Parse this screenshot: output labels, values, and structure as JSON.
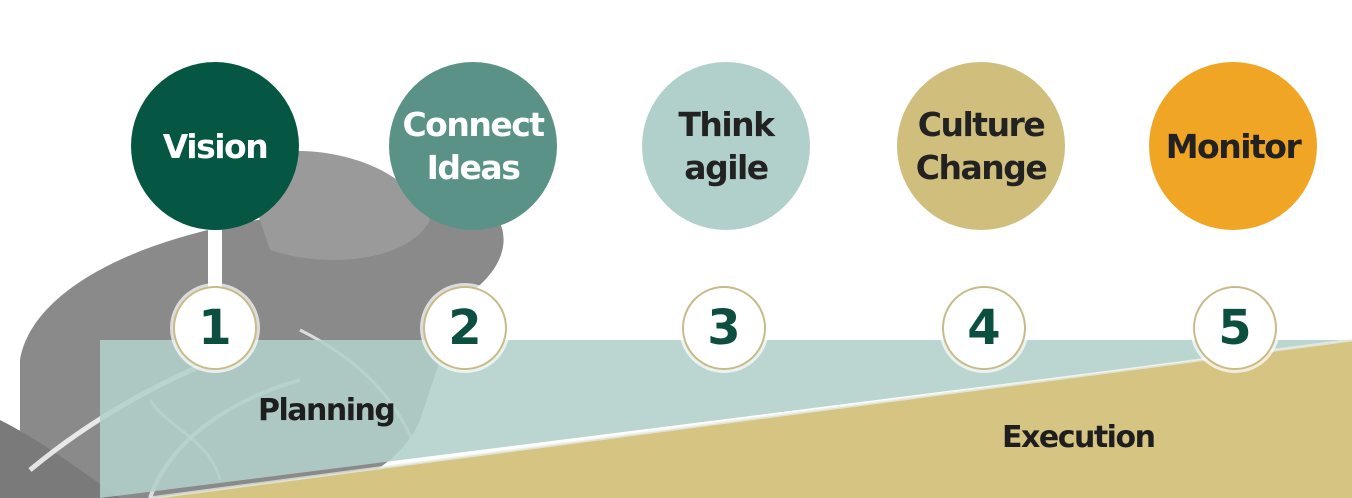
{
  "steps": [
    {
      "number": "1",
      "lines": [
        "Vision"
      ],
      "color": "#055743",
      "text_color": "#ffffff"
    },
    {
      "number": "2",
      "lines": [
        "Connect",
        "Ideas"
      ],
      "color": "#5a9287",
      "text_color": "#ffffff"
    },
    {
      "number": "3",
      "lines": [
        "Think",
        "agile"
      ],
      "color": "#b2d0cb",
      "text_color": "#222222"
    },
    {
      "number": "4",
      "lines": [
        "Culture",
        "Change"
      ],
      "color": "#cfbe7c",
      "text_color": "#222222"
    },
    {
      "number": "5",
      "lines": [
        "Monitor"
      ],
      "color": "#f0a524",
      "text_color": "#222222"
    }
  ],
  "phases": {
    "planning": "Planning",
    "execution": "Execution"
  },
  "colors": {
    "planning_band": "#b2d0cb",
    "execution_band": "#d6c483",
    "number_text": "#0c4f40",
    "background_grey": "#7f7f7f"
  },
  "icons": [
    "mouse-illustration-icon"
  ]
}
